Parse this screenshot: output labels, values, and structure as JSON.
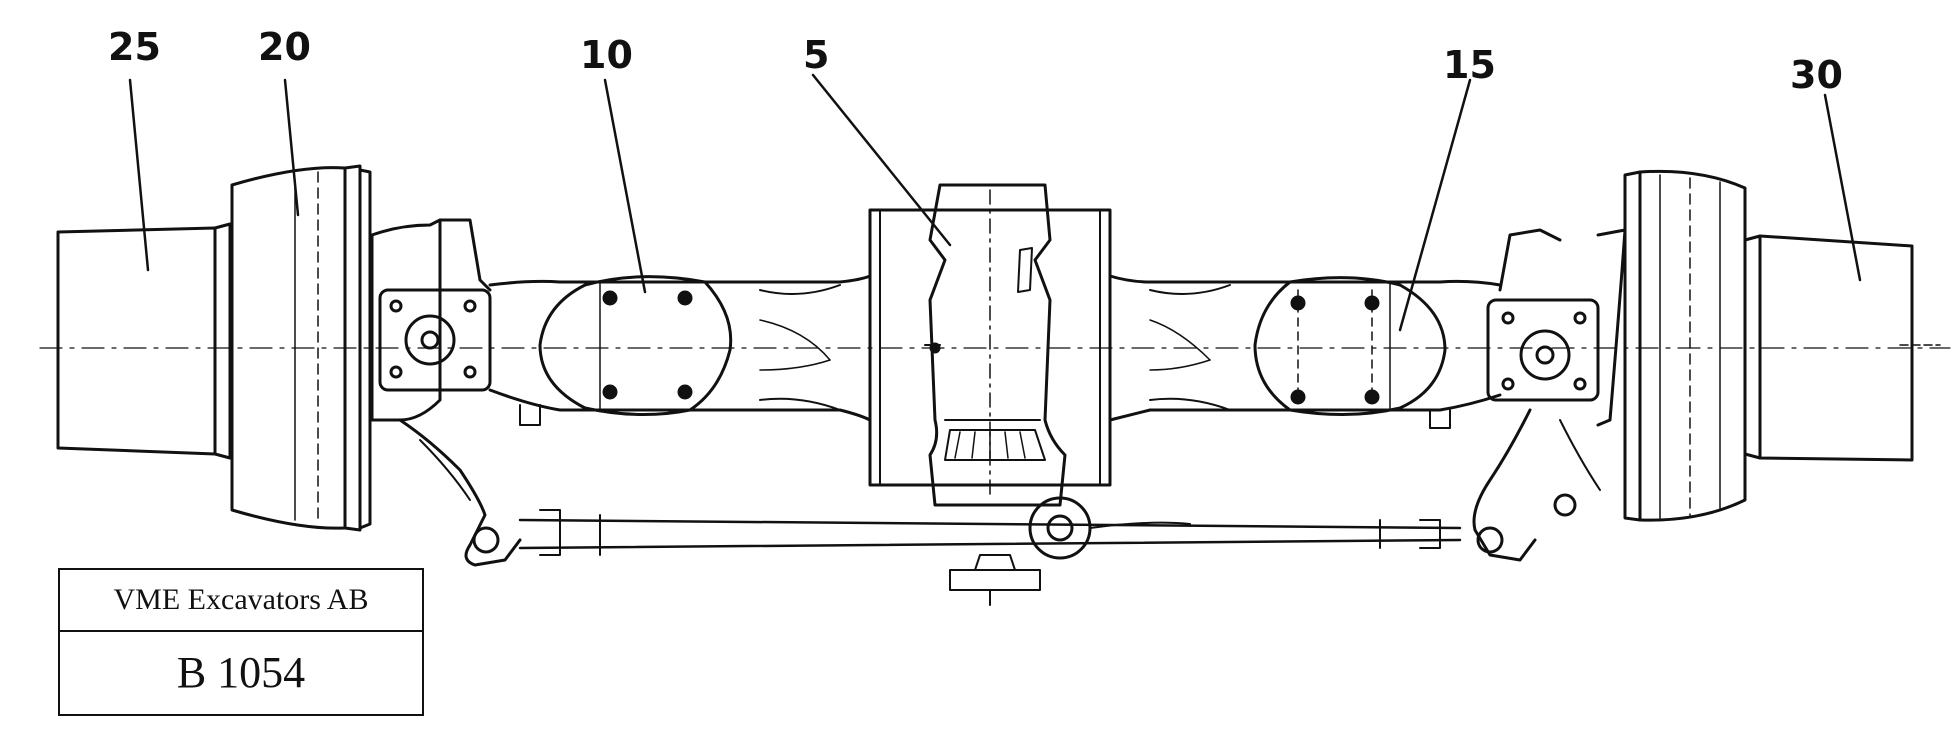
{
  "diagram": {
    "callouts": [
      {
        "id": "25",
        "label": "25"
      },
      {
        "id": "20",
        "label": "20"
      },
      {
        "id": "10",
        "label": "10"
      },
      {
        "id": "5",
        "label": "5"
      },
      {
        "id": "15",
        "label": "15"
      },
      {
        "id": "30",
        "label": "30"
      }
    ]
  },
  "title_block": {
    "company": "VME Excavators AB",
    "drawing_number": "B 1054"
  },
  "colors": {
    "ink": "#111111",
    "paper": "#ffffff"
  }
}
